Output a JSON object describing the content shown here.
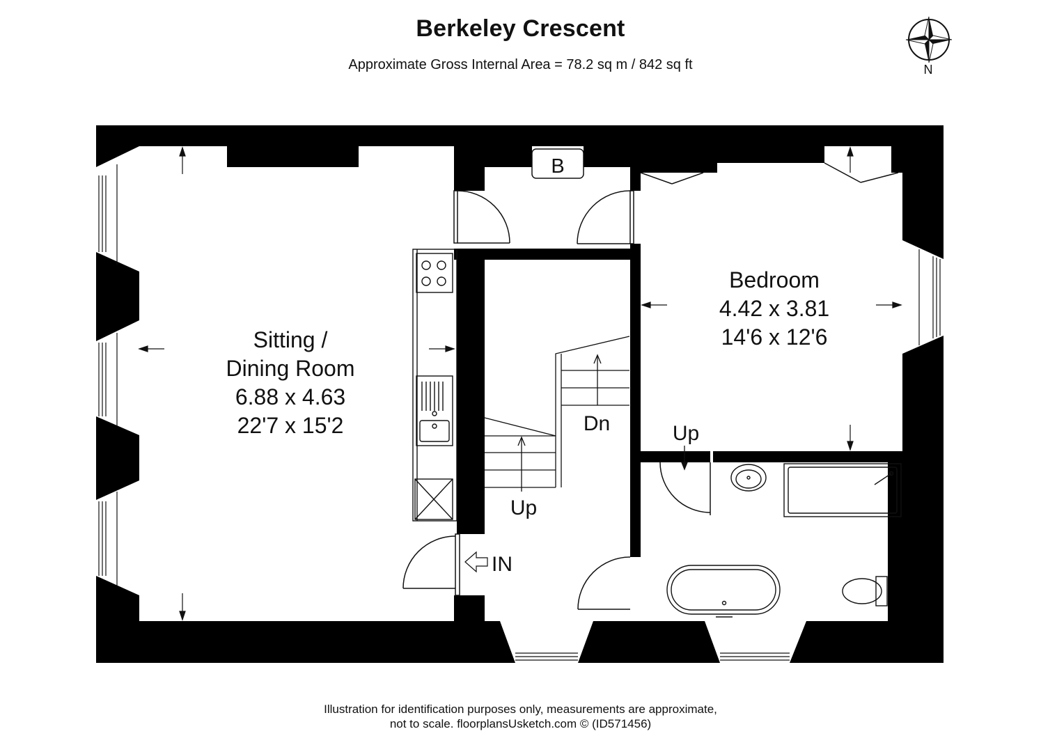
{
  "header": {
    "title": "Berkeley Crescent",
    "subtitle": "Approximate Gross Internal Area = 78.2 sq m / 842 sq ft"
  },
  "compass": {
    "label": "N"
  },
  "rooms": {
    "sitting": {
      "name_line1": "Sitting /",
      "name_line2": "Dining Room",
      "metric": "6.88 x 4.63",
      "imperial": "22'7 x 15'2"
    },
    "bedroom": {
      "name": "Bedroom",
      "metric": "4.42 x 3.81",
      "imperial": "14'6 x 12'6"
    }
  },
  "labels": {
    "boiler": "B",
    "stairs_down": "Dn",
    "stairs_up_hall": "Up",
    "stairs_up_bedroom": "Up",
    "entrance": "IN"
  },
  "footer": {
    "line1": "Illustration for identification purposes only, measurements are approximate,",
    "line2": "not to scale. floorplansUsketch.com © (ID571456)"
  }
}
